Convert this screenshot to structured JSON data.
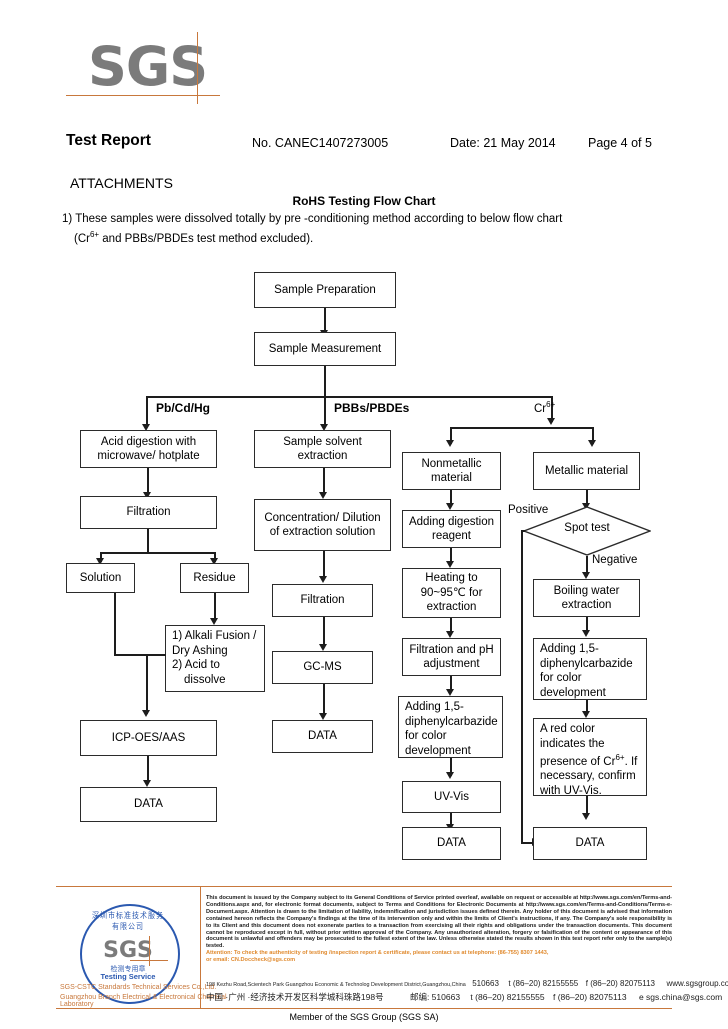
{
  "header": {
    "logo_text": "SGS",
    "title": "Test Report",
    "report_no": "No. CANEC1407273005",
    "date": "Date: 21 May 2014",
    "page": "Page 4 of 5"
  },
  "section": {
    "attachments_label": "ATTACHMENTS",
    "flow_chart_title": "RoHS Testing Flow Chart",
    "note_line1": "1) These samples were dissolved totally by pre -conditioning method according to below flow chart",
    "note_line2_pre": "(Cr",
    "note_line2_sup": "6+",
    "note_line2_post": " and PBBs/PBDEs test method excluded)."
  },
  "flowchart": {
    "nodes": {
      "sample_preparation": "Sample Preparation",
      "sample_measurement": "Sample Measurement",
      "acid_digestion": "Acid digestion with microwave/ hotplate",
      "filtration_left": "Filtration",
      "solution": "Solution",
      "residue": "Residue",
      "alkali_fusion": "1) Alkali Fusion / Dry Ashing\n2) Acid to dissolve",
      "alkali_fusion_l1": "1) Alkali Fusion /",
      "alkali_fusion_l2": "Dry Ashing",
      "alkali_fusion_l3": "2) Acid to",
      "alkali_fusion_l4": "dissolve",
      "icp_oes_aas": "ICP-OES/AAS",
      "data_left": "DATA",
      "sample_solvent_extraction": "Sample solvent extraction",
      "concentration_dilution": "Concentration/ Dilution of extraction solution",
      "filtration_mid": "Filtration",
      "gc_ms": "GC-MS",
      "data_mid": "DATA",
      "nonmetallic_material": "Nonmetallic material",
      "adding_digestion_reagent": "Adding digestion reagent",
      "heating": "Heating to 90~95℃ for extraction",
      "filtration_ph": "Filtration and pH adjustment",
      "adding_dpc_nonmetal": "Adding 1,5-diphenylcarbazide for color development",
      "uv_vis": "UV-Vis",
      "data_nonmetal": "DATA",
      "metallic_material": "Metallic material",
      "spot_test": "Spot test",
      "boiling_water_extraction": "Boiling water extraction",
      "adding_dpc_metal": "Adding 1,5-diphenylcarbazide for color development",
      "red_color_pre": "A red color indicates the presence of Cr",
      "red_color_sup": "6+",
      "red_color_post": ". If necessary, confirm with UV-Vis.",
      "data_metal": "DATA"
    },
    "branch_labels": {
      "pb_cd_hg": "Pb/Cd/Hg",
      "pbbs_pbdes": "PBBs/PBDEs",
      "cr6_pre": "Cr",
      "cr6_sup": "6+"
    },
    "decision_labels": {
      "positive": "Positive",
      "negative": "Negative"
    }
  },
  "footer": {
    "stamp": {
      "arc_text": "深圳市标准技术服务有限公司",
      "sgs": "SGS",
      "cn_label": "检测专用章",
      "en_label": "Testing Service",
      "line1": "SGS-CSTC Standards Technical Services Co.,Ltd.",
      "line2": "Guangzhou Branch Electrical & Electronical Chemical Laboratory"
    },
    "legal_text": "This document is issued by the Company subject to its General Conditions of Service printed overleaf, available on request or accessible at http://www.sgs.com/en/Terms-and-Conditions.aspx and, for electronic format documents, subject to Terms and Conditions for Electronic Documents at http://www.sgs.com/en/Terms-and-Conditions/Terms-e-Document.aspx. Attention is drawn to the limitation of liability, indemnification and jurisdiction issues defined therein. Any holder of this document is advised that information contained hereon reflects the Company's findings at the time of its intervention only and within the limits of Client's instructions, if any. The Company's sole responsibility is to its Client and this document does not exonerate parties to a transaction from exercising all their rights and obligations under the transaction documents. This document cannot be reproduced except in full, without prior written approval of the Company. Any unauthorized alteration, forgery or falsification of the content or appearance of this document is unlawful and offenders may be prosecuted to the fullest extent of the law. Unless otherwise stated the results shown in this test report refer only to the sample(s) tested.",
    "attention_line1": "Attention: To check the authenticity of testing /inspection report & certificate, please contact us at telephone: (86-755) 8307 1443,",
    "attention_line2": "or email: CN.Doccheck@sgs.com",
    "address_en": "198 Kezhu Road,Scientech Park Guangzhou Economic & Technolog Development District,Guangzhou,China",
    "zip_en": "510663",
    "tel_en": "t (86–20) 82155555",
    "fax_en": "f (86–20) 82075113",
    "web_en": "www.sgsgroup.com.cn",
    "address_cn": "中国 ·广州 ·经济技术开发区科学城科珠路198号",
    "zip_cn_label": "邮编: 510663",
    "tel_cn": "t (86–20) 82155555",
    "fax_cn": "f (86–20) 82075113",
    "email_cn": "e sgs.china@sgs.com",
    "member": "Member of the SGS Group (SGS SA)"
  },
  "colors": {
    "accent": "#c8783c",
    "attention": "#e08a2e",
    "stamp_blue": "#2b59b0",
    "logo_gray": "#7b7b7b"
  }
}
